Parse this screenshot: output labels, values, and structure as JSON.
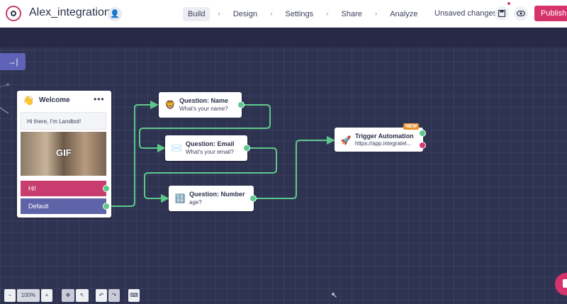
{
  "header": {
    "bot_name": "Alex_integration",
    "nav": [
      "Build",
      "Design",
      "Settings",
      "Share",
      "Analyze"
    ],
    "active_nav": "Build",
    "nav_separator": "›",
    "status": "Unsaved changes",
    "publish_label": "Publish"
  },
  "welcome": {
    "title": "Welcome",
    "emoji": "👋",
    "message": "Hi there, I'm Landbot!",
    "gif_label": "GIF",
    "buttons": [
      "Hi!",
      "Default"
    ]
  },
  "nodes": [
    {
      "title": "Question: Name",
      "subtitle": "What's your name?",
      "emoji": "🦁"
    },
    {
      "title": "Question: Email",
      "subtitle": "What's your email?",
      "emoji": "✉️"
    },
    {
      "title": "Question: Number",
      "subtitle": "age?",
      "emoji": "🔢"
    },
    {
      "title": "Trigger Automation",
      "subtitle": "https://app.integratel...",
      "emoji": "🚀",
      "badge": "NEW"
    }
  ],
  "toolbar": {
    "zoom": "100%",
    "zoom_out": "−",
    "zoom_in": "+"
  },
  "colors": {
    "accent": "#d6336c",
    "canvas": "#2f3352",
    "connector": "#5cc98a",
    "default_button": "#5f63a8",
    "sidebar_toggle": "#5f63b8"
  }
}
